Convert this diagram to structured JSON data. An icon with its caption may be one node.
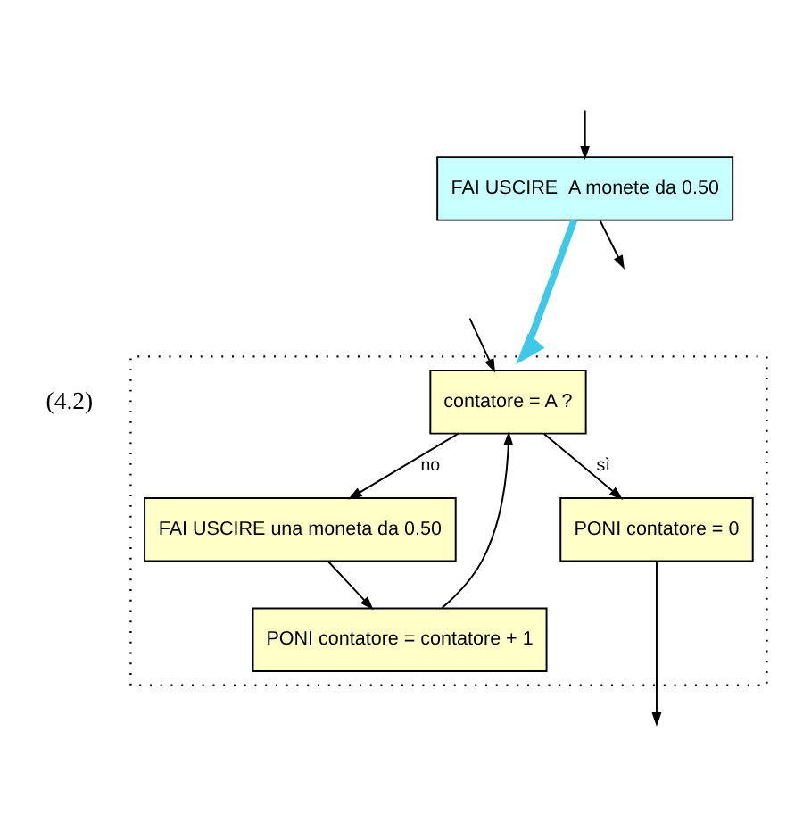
{
  "diagram": {
    "nodes": [
      {
        "text": [
          "FAI USCIRE  A monete da 0.50"
        ]
      },
      {
        "text": [],
        "shape": "box",
        "beside": [
          "(4.2)"
        ]
      },
      {
        "text": [
          "contatore = A ?"
        ],
        "in": 1
      },
      {
        "text": [
          "FAI USCIRE una moneta da 0.50"
        ],
        "in": 1
      },
      {
        "text": [
          "PONI contatore = contatore + 1"
        ],
        "in": 1
      },
      {
        "text": [
          "PONI contatore = 0"
        ],
        "in": 1
      }
    ],
    "edges": [
      {
        "from": 0,
        "to": null,
        "arrow": "to"
      },
      {
        "from": null,
        "to": 0,
        "arrow": "to"
      },
      {
        "from": 0,
        "to": 1,
        "arrow": "to",
        "style": "thick",
        "color": "#40c8e8"
      },
      {
        "from": null,
        "to": 2,
        "arrow": "to"
      },
      {
        "from": 2,
        "to": 3,
        "arrow": "to",
        "label": "no"
      },
      {
        "from": 3,
        "to": 4,
        "arrow": "to"
      },
      {
        "from": 4,
        "to": 2,
        "arrow": "to"
      },
      {
        "from": 2,
        "to": 5,
        "arrow": "to",
        "label": "sì"
      },
      {
        "from": 5,
        "to": null,
        "arrow": "to"
      }
    ]
  }
}
